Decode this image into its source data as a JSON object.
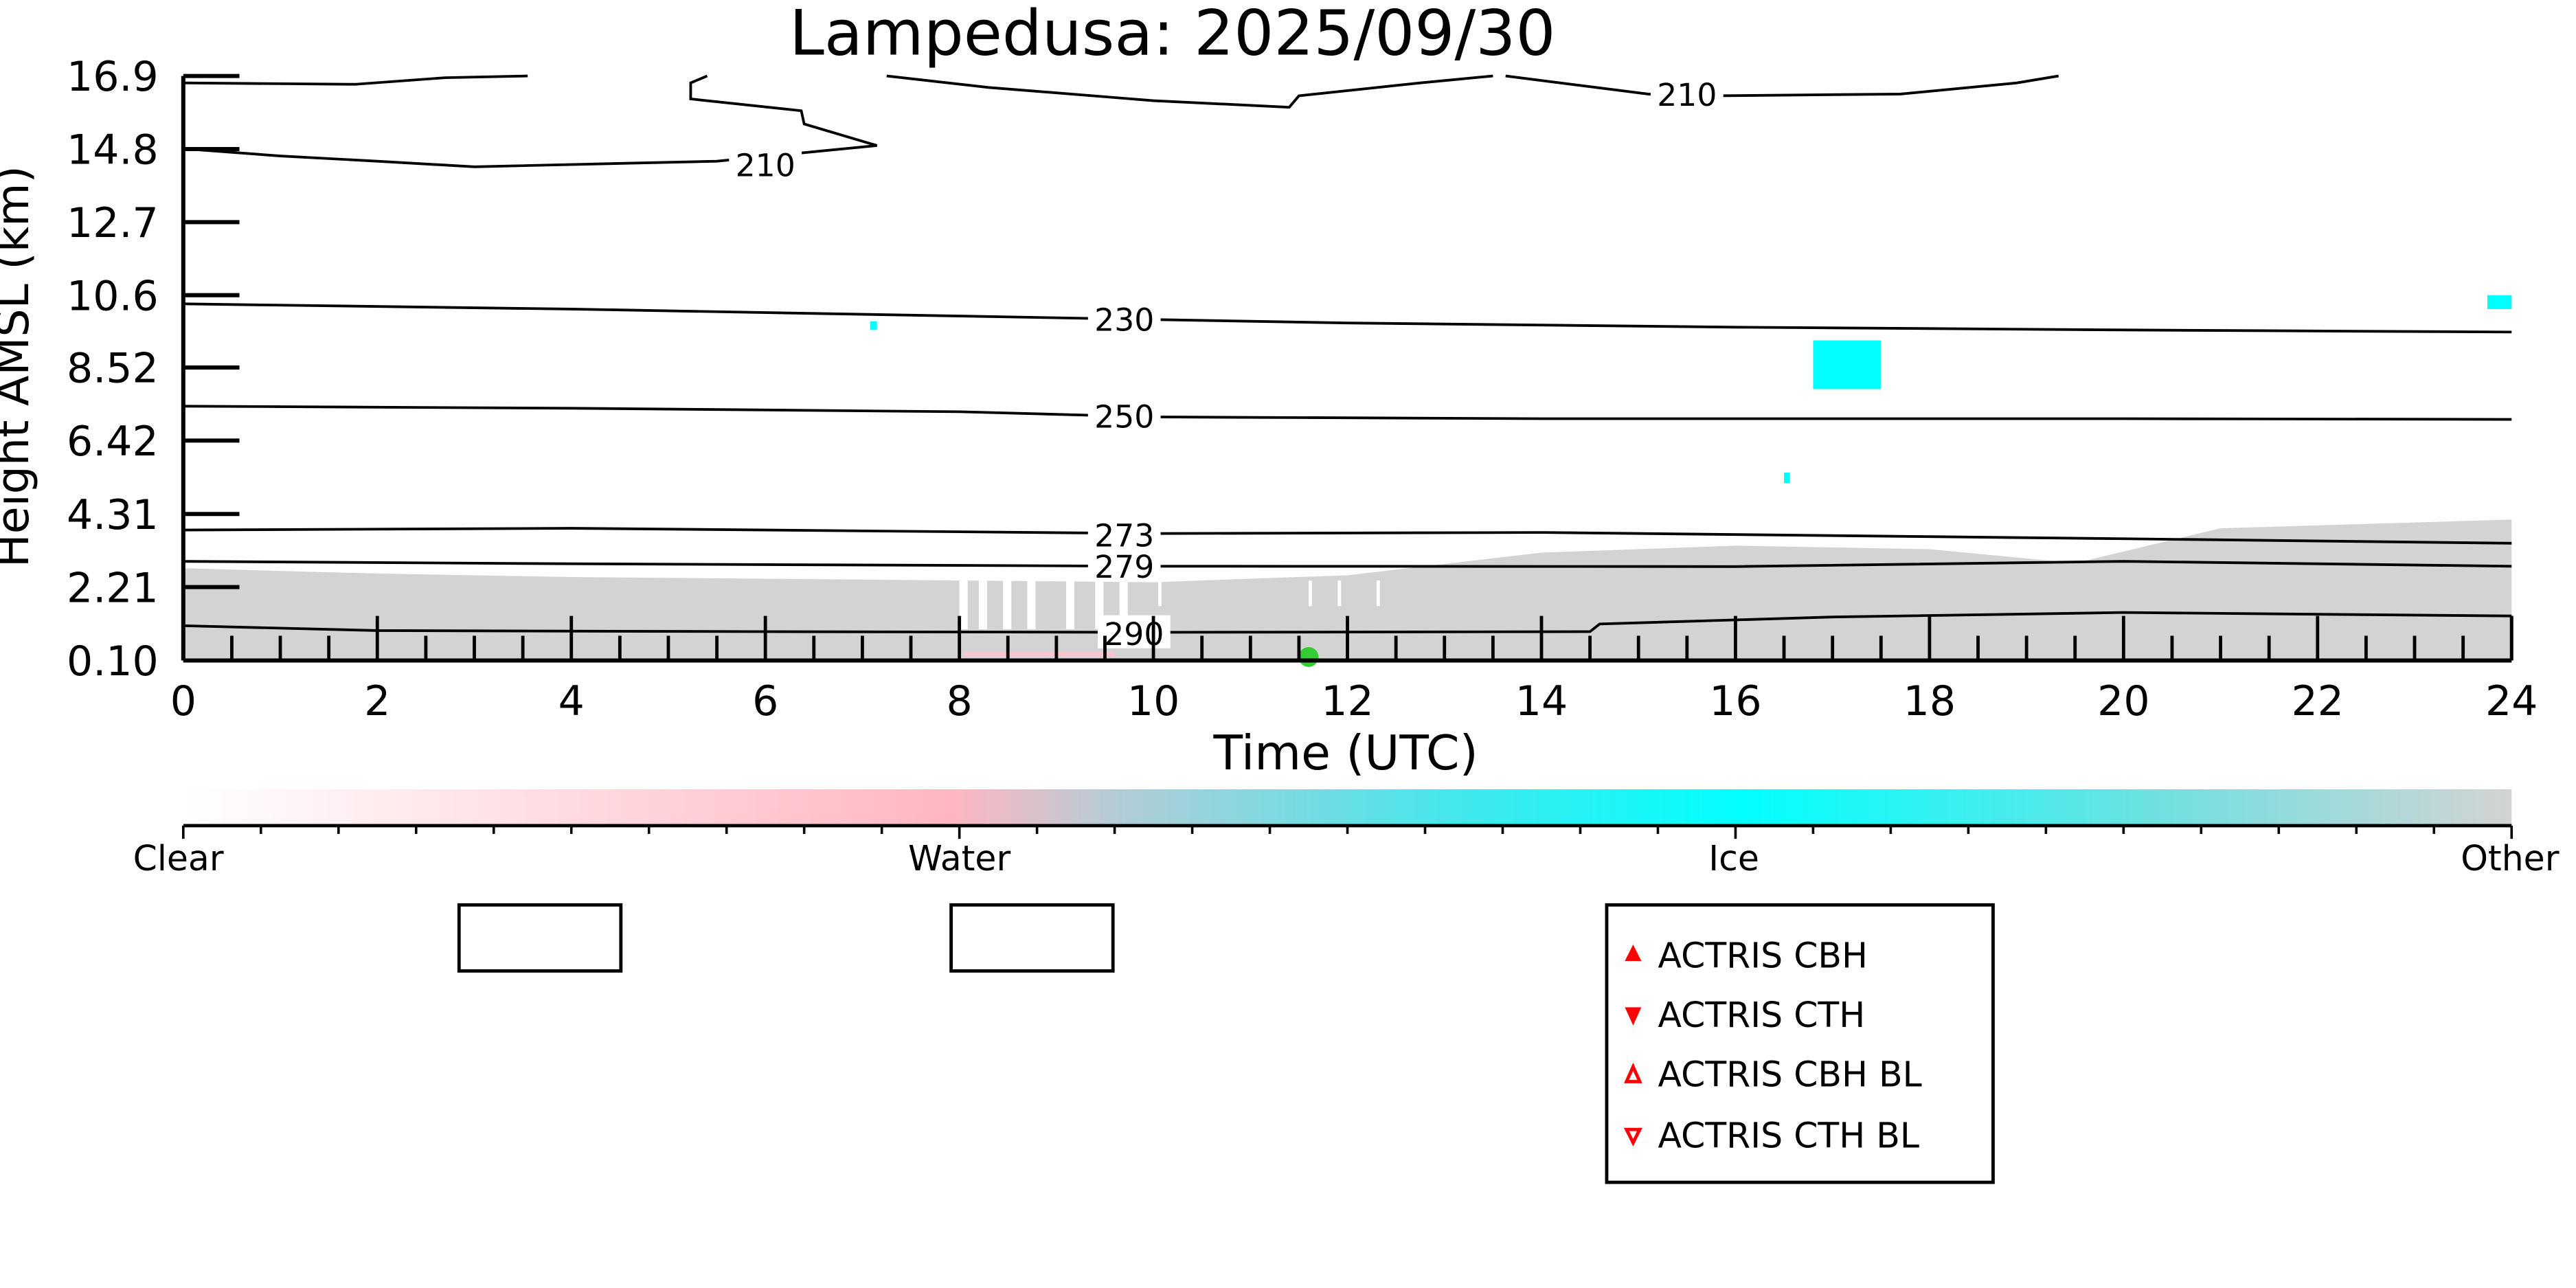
{
  "chart_data": {
    "type": "heatmap",
    "title": "Lampedusa: 2025/09/30",
    "xlabel": "Time (UTC)",
    "ylabel": "Height AMSL (km)",
    "xlim": [
      0,
      24
    ],
    "ylim": [
      0.1,
      16.9
    ],
    "x_ticks": [
      "0",
      "2",
      "4",
      "6",
      "8",
      "10",
      "12",
      "14",
      "16",
      "18",
      "20",
      "22",
      "24"
    ],
    "y_ticks": [
      "0.10",
      "2.21",
      "4.31",
      "6.42",
      "8.52",
      "10.6",
      "12.7",
      "14.8",
      "16.9"
    ],
    "y_tick_values": [
      0.1,
      2.21,
      4.31,
      6.42,
      8.52,
      10.6,
      12.7,
      14.8,
      16.9
    ],
    "colorbar": {
      "labels": [
        "Clear",
        "Water",
        "Ice",
        "Other"
      ],
      "colors": [
        "#ffffff",
        "#ffb6c1",
        "#00ffff",
        "#d3d3d3"
      ]
    },
    "contours": [
      {
        "level": "210",
        "label_at": [
          6.0,
          14.3
        ],
        "points": [
          [
            0,
            14.81
          ],
          [
            1,
            14.6
          ],
          [
            2,
            14.45
          ],
          [
            3,
            14.29
          ],
          [
            5.5,
            14.45
          ],
          [
            7.15,
            14.9
          ],
          [
            6.4,
            15.52
          ],
          [
            6.37,
            15.9
          ],
          [
            5.23,
            16.24
          ],
          [
            5.23,
            16.7
          ],
          [
            5.4,
            16.9
          ]
        ]
      },
      {
        "level": "210",
        "points": [
          [
            0,
            16.7
          ],
          [
            1.77,
            16.66
          ],
          [
            2.7,
            16.85
          ],
          [
            3.55,
            16.9
          ]
        ]
      },
      {
        "level": "210",
        "points": [
          [
            7.25,
            16.9
          ],
          [
            8.3,
            16.57
          ],
          [
            10.0,
            16.19
          ],
          [
            11.4,
            16.0
          ],
          [
            11.5,
            16.33
          ],
          [
            12.75,
            16.7
          ],
          [
            13.5,
            16.9
          ]
        ]
      },
      {
        "level": "210",
        "label_at": [
          15.5,
          16.33
        ],
        "points": [
          [
            13.63,
            16.9
          ],
          [
            15.1,
            16.38
          ],
          [
            15.8,
            16.33
          ],
          [
            17.7,
            16.38
          ],
          [
            18.9,
            16.7
          ],
          [
            19.33,
            16.9
          ]
        ]
      },
      {
        "level": "230",
        "label_at": [
          9.7,
          9.86
        ],
        "points": [
          [
            0,
            10.35
          ],
          [
            4,
            10.2
          ],
          [
            8,
            10.0
          ],
          [
            12,
            9.8
          ],
          [
            16,
            9.68
          ],
          [
            20,
            9.6
          ],
          [
            24,
            9.54
          ]
        ]
      },
      {
        "level": "250",
        "label_at": [
          9.7,
          7.08
        ],
        "points": [
          [
            0,
            7.41
          ],
          [
            4,
            7.35
          ],
          [
            8,
            7.25
          ],
          [
            10,
            7.1
          ],
          [
            14,
            7.05
          ],
          [
            20,
            7.05
          ],
          [
            24,
            7.03
          ]
        ]
      },
      {
        "level": "273",
        "label_at": [
          9.7,
          3.66
        ],
        "points": [
          [
            0,
            3.85
          ],
          [
            4,
            3.9
          ],
          [
            10,
            3.75
          ],
          [
            14,
            3.78
          ],
          [
            18,
            3.66
          ],
          [
            20,
            3.6
          ],
          [
            24,
            3.47
          ]
        ]
      },
      {
        "level": "279",
        "label_at": [
          9.7,
          2.76
        ],
        "points": [
          [
            0,
            2.95
          ],
          [
            4,
            2.88
          ],
          [
            10,
            2.81
          ],
          [
            16,
            2.8
          ],
          [
            20,
            2.95
          ],
          [
            24,
            2.81
          ]
        ]
      },
      {
        "level": "290",
        "label_at": [
          9.8,
          0.83
        ],
        "points": [
          [
            0,
            1.1
          ],
          [
            2,
            0.96
          ],
          [
            6,
            0.93
          ],
          [
            10,
            0.91
          ],
          [
            14.5,
            0.93
          ],
          [
            14.6,
            1.15
          ],
          [
            17,
            1.35
          ],
          [
            20,
            1.48
          ],
          [
            24,
            1.38
          ]
        ]
      }
    ],
    "other_region_top": [
      [
        0,
        2.75
      ],
      [
        2,
        2.6
      ],
      [
        4,
        2.5
      ],
      [
        6,
        2.45
      ],
      [
        8,
        2.4
      ],
      [
        10,
        2.35
      ],
      [
        12,
        2.55
      ],
      [
        14,
        3.2
      ],
      [
        16,
        3.4
      ],
      [
        18,
        3.3
      ],
      [
        19.5,
        2.9
      ],
      [
        21,
        3.9
      ],
      [
        24,
        4.15
      ]
    ],
    "ice_patches": [
      {
        "t": [
          16.8,
          17.5
        ],
        "h": [
          7.9,
          9.3
        ]
      },
      {
        "t": [
          23.75,
          24
        ],
        "h": [
          10.2,
          10.6
        ]
      },
      {
        "t": [
          7.08,
          7.15
        ],
        "h": [
          9.6,
          9.85
        ]
      },
      {
        "t": [
          16.5,
          16.56
        ],
        "h": [
          5.2,
          5.5
        ]
      }
    ],
    "green_point": {
      "t": 11.6,
      "h": 0.2
    }
  },
  "legend": {
    "items": [
      {
        "label": "ACTRIS CBH",
        "marker": "triangle-up-filled"
      },
      {
        "label": "ACTRIS CTH",
        "marker": "triangle-down-filled"
      },
      {
        "label": "ACTRIS CBH BL",
        "marker": "triangle-up-open"
      },
      {
        "label": "ACTRIS CTH BL",
        "marker": "triangle-down-open"
      }
    ],
    "color": "#ff0000"
  }
}
